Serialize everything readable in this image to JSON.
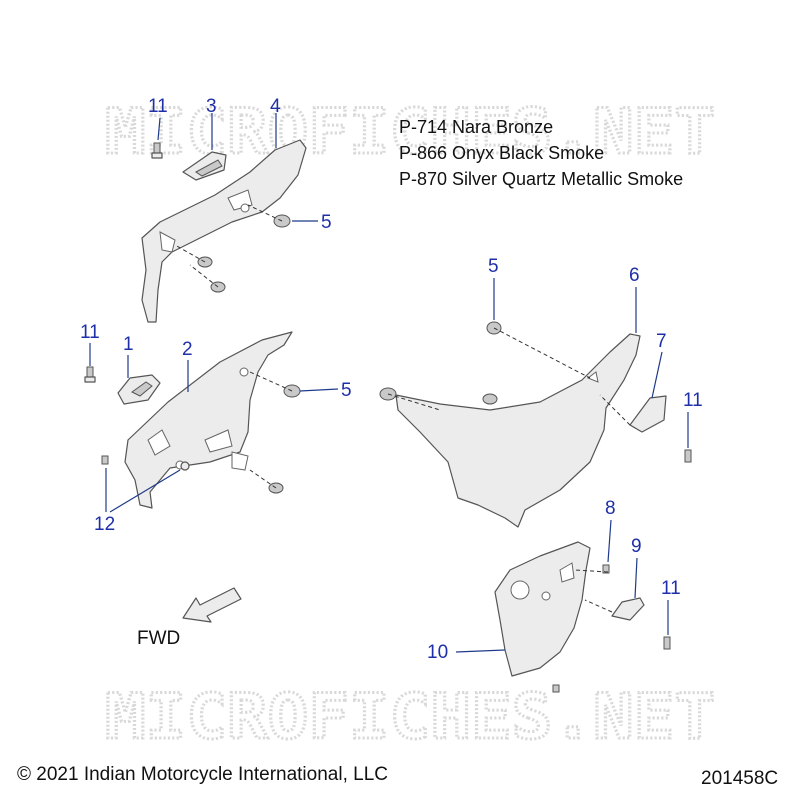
{
  "watermark": "MICROFICHES.NET",
  "color_notes": [
    "P-714 Nara Bronze",
    "P-866 Onyx Black Smoke",
    "P-870 Silver Quartz Metallic Smoke"
  ],
  "callouts": {
    "c11a": "11",
    "c3": "3",
    "c4": "4",
    "c5a": "5",
    "c11b": "11",
    "c1": "1",
    "c2": "2",
    "c5b": "5",
    "c12": "12",
    "c5c": "5",
    "c6": "6",
    "c7": "7",
    "c11c": "11",
    "c8": "8",
    "c9": "9",
    "c11d": "11",
    "c10": "10"
  },
  "direction_label": "FWD",
  "copyright": "© 2021 Indian Motorcycle International, LLC",
  "diagram_number": "201458C",
  "colors": {
    "callout": "#1f2fa8",
    "part_fill": "#ececec",
    "watermark": "#d9d9d9"
  }
}
